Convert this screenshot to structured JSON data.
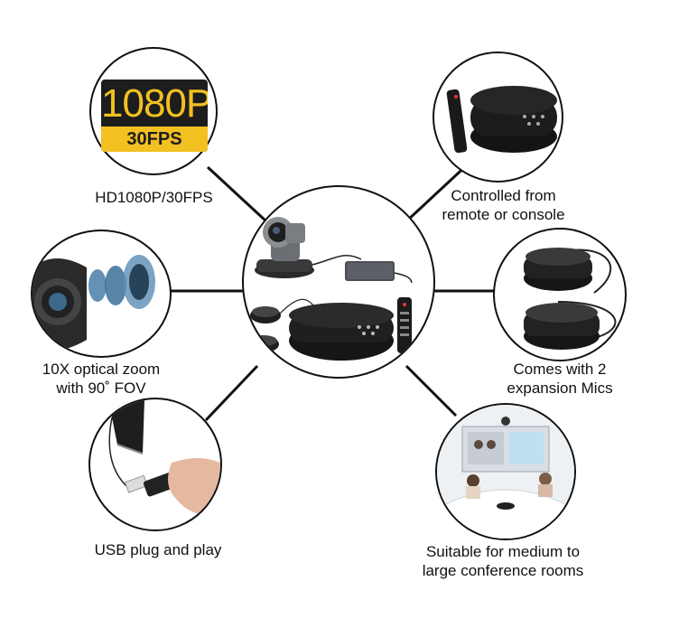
{
  "badge": {
    "top": "1080P",
    "bottom": "30FPS"
  },
  "features": {
    "resolution": "HD1080P/30FPS",
    "remote_line1": "Controlled from",
    "remote_line2": "remote or console",
    "zoom_line1": "10X optical zoom",
    "zoom_line2": "with 90˚ FOV",
    "mics_line1": "Comes with 2",
    "mics_line2": "expansion Mics",
    "usb": "USB plug and play",
    "rooms_line1": "Suitable for medium to",
    "rooms_line2": "large conference rooms"
  },
  "colors": {
    "badge_yellow": "#f2c021",
    "badge_dark": "#1d1d1d",
    "line": "#111111"
  }
}
